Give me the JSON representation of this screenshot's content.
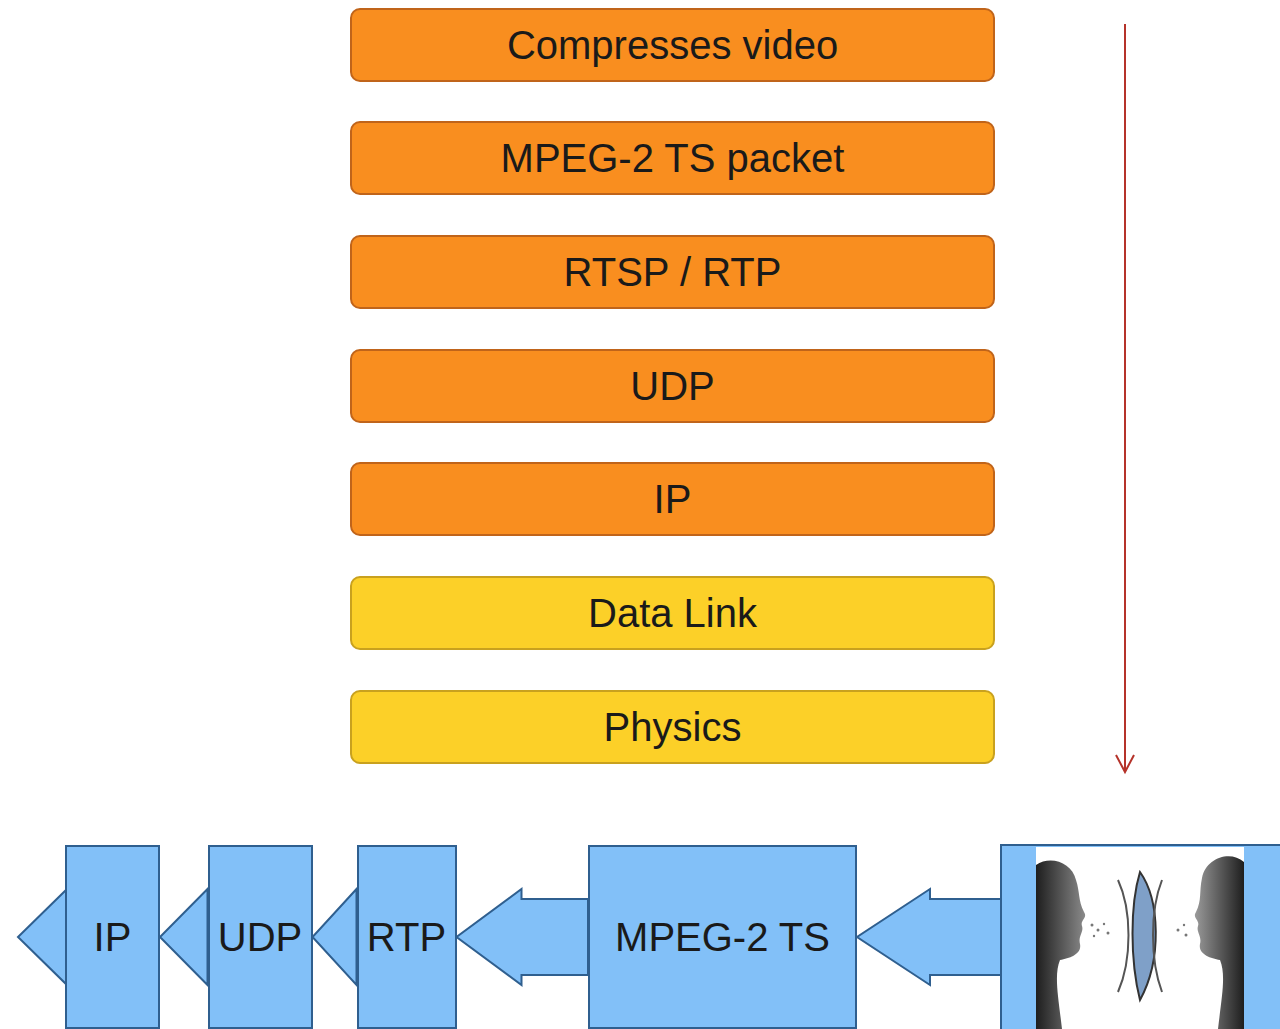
{
  "diagram": {
    "nodes": [
      {
        "text": [
          "Compresses video"
        ]
      },
      {
        "text": [
          "MPEG-2 TS packet"
        ]
      },
      {
        "text": [
          "RTSP / RTP"
        ]
      },
      {
        "text": [
          "UDP"
        ]
      },
      {
        "text": [
          "IP"
        ]
      },
      {
        "text": [
          "Data Link"
        ]
      },
      {
        "text": [
          "Physics"
        ]
      },
      {
        "text": [
          "IP"
        ]
      },
      {
        "text": [
          "UDP"
        ]
      },
      {
        "text": [
          "RTP"
        ]
      },
      {
        "text": [
          "MPEG-2 TS"
        ]
      }
    ],
    "edges": [
      {
        "from": 8,
        "to": 7,
        "arrow": "to"
      },
      {
        "from": 9,
        "to": 8,
        "arrow": "to"
      },
      {
        "from": 10,
        "to": 9,
        "arrow": "to"
      }
    ]
  }
}
